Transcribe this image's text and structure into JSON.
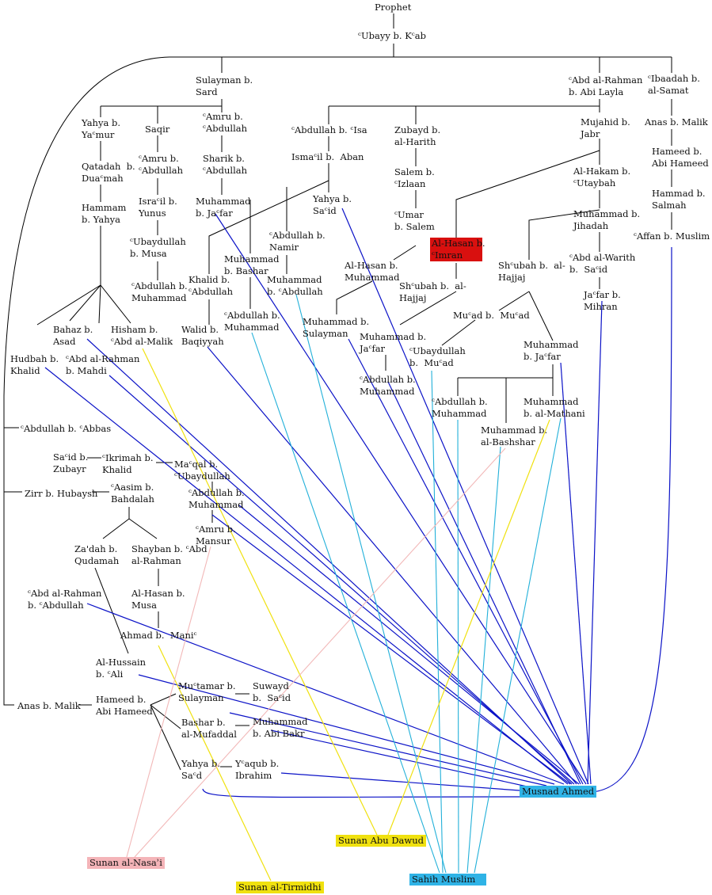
{
  "diagram": {
    "type": "isnad-chain-diagram",
    "apex": "Prophet",
    "colors": {
      "black": "#000000",
      "blue": "#0b12c7",
      "cyan": "#22b0d9",
      "yellow": "#f0e10f",
      "pink": "#f2b8b8",
      "highlight_red": "#d9100f",
      "musnad_bg": "#2fb3e6",
      "muslim_bg": "#2fb3e6",
      "abudawud_bg": "#f0e10f",
      "tirmidhi_bg": "#f0e10f",
      "nasai_bg": "#f4b4b8"
    },
    "nodes": {
      "prophet": "Prophet",
      "ubayy": "ᶜUbayy b. Kᶜab",
      "sulayman_sard": "Sulayman b.\nSard",
      "abd_rahman_layla": "ᶜAbd al-Rahman\nb. Abi Layla",
      "ibaadah": "ᶜIbaadah b.\nal-Samat",
      "yahya_yamur": "Yahya b.\nYaᶜmur",
      "saqir": "Saqir",
      "amru_abdullah_1": "ᶜAmru b.\nᶜAbdullah",
      "abdullah_isa": "ᶜAbdullah b. ᶜIsa",
      "zubayd": "Zubayd b.\nal-Harith",
      "mujahid": "Mujahid b.\nJabr",
      "anas_malik_1": "Anas b. Malik",
      "qatadah": "Qatadah  b.\nDuaᶜmah",
      "amru_abdullah_2": "ᶜAmru b.\nᶜAbdullah",
      "sharik": "Sharik b.\nᶜAbdullah",
      "ismail_aban": "Ismaᶜil b.  Aban",
      "salem_izlaan": "Salem b.\nᶜIzlaan",
      "hakam": "Al-Hakam b.\nᶜUtaybah",
      "hameed_1": "Hameed b.\nAbi Hameed",
      "hammam": "Hammam\nb. Yahya",
      "israil": "Israᶜil b.\nYunus",
      "muhammad_jafar_1": "Muhammad\nb. Jaᶜfar",
      "yahya_said_1": "Yahya b.\nSaᶜid",
      "umar_salem": "ᶜUmar\nb. Salem",
      "muhammad_jihadah": "Muhammad b.\nJihadah",
      "hammad_salmah": "Hammad b.\nSalmah",
      "ubaydullah_musa": "ᶜUbaydullah\nb. Musa",
      "abdullah_namir": "ᶜAbdullah b.\nNamir",
      "hasan_imran": "Al-Hasan b.\nᶜImran",
      "affan": "ᶜAffan b. Muslim",
      "muhammad_bashar_1": "Muhammad\nb. Bashar",
      "abd_warith": "ᶜAbd al-Warith\nb.  Saᶜid",
      "hasan_muhammad": "Al-Hasan b.\nMuhammad",
      "shubah_hajjaj_1": "Shᶜubah b.  al-\nHajjaj",
      "abdullah_muhammad_1": "ᶜAbdullah b.\nMuhammad",
      "khalid_abdullah": "Khalid b.\nᶜAbdullah",
      "muhammad_abdullah": "Muhammad\nb. ᶜAbdullah",
      "shubah_hajjaj_2": "Shᶜubah b.  al-\nHajjaj",
      "jafar_mihran": "Jaᶜfar b.\nMihran",
      "abdullah_muhammad_2": "ᶜAbdullah b.\nMuhammad",
      "muad_muad": "Muᶜad b.  Muᶜad",
      "bahaz": "Bahaz b.\nAsad",
      "hisham": "Hisham b.\nᶜAbd al-Malik",
      "walid": "Walid b.\nBaqiyyah",
      "muhammad_sulayman": "Muhammad b.\nSulayman",
      "muhammad_jafar_2": "Muhammad b.\nJaᶜfar",
      "muhammad_jafar_3": "Muhammad\nb. Jaᶜfar",
      "ubaydullah_muad": "ᶜUbaydullah\nb.  Muᶜad",
      "hudbah": "Hudbah b.\nKhalid",
      "abd_rahman_mahdi": "ᶜAbd al-Rahman\nb. Mahdi",
      "abdullah_muhammad_3": "ᶜAbdullah b.\nMuhammad",
      "abdullah_muhammad_4": "ᶜAbdullah b.\nMuhammad",
      "muhammad_mathani": "Muhammad\nb. al-Mathani",
      "muhammad_bashshar": "Muhammad b.\nal-Bashshar",
      "abdullah_abbas": "ᶜAbdullah b. ᶜAbbas",
      "said_zubayr": "Saᶜid b.\nZubayr",
      "ikrimah": "ᶜIkrimah b.\nKhalid",
      "maqal": "Maᶜqal b.\nᶜUbaydullah",
      "zirr": "Zirr b. Hubaysh",
      "asim": "ᶜAasim b.\nBahdalah",
      "abdullah_muhammad_5": "ᶜAbdullah b.\nMuhammad",
      "amru_mansur": "ᶜAmru b.\nMansur",
      "zaidah": "Za'dah b.\nQudamah",
      "shayban": "Shayban b. ᶜAbd\nal-Rahman",
      "abd_rahman_abdullah": "ᶜAbd al-Rahman\nb. ᶜAbdullah",
      "hasan_musa": "Al-Hasan b.\nMusa",
      "ahmad_mani": "Ahmad b.  Maniᶜ",
      "hussain_ali": "Al-Hussain\nb. ᶜAli",
      "anas_malik_2": "Anas b. Malik",
      "hameed_2": "Hameed b.\nAbi Hameed",
      "mutamar": "Muᶜtamar b.\nSulayman",
      "suwayd": "Suwayd\nb.  Saᶜid",
      "bashar_mufaddal": "Bashar b.\nal-Mufaddal",
      "muhammad_abi_bakr": "Muhammad\nb. Abi Bakr",
      "yahya_said_2": "Yahya b.\nSaᶜd",
      "yaqub": "Yᶜaqub b.\nIbrahim"
    },
    "collections": {
      "musnad_ahmed": "Musnad Ahmed",
      "abu_dawud": "Sunan Abu Dawud",
      "nasai": "Sunan al-Nasaʾi",
      "tirmidhi": "Sunan al-Tirmidhi",
      "muslim": "Sahih Muslim"
    }
  }
}
